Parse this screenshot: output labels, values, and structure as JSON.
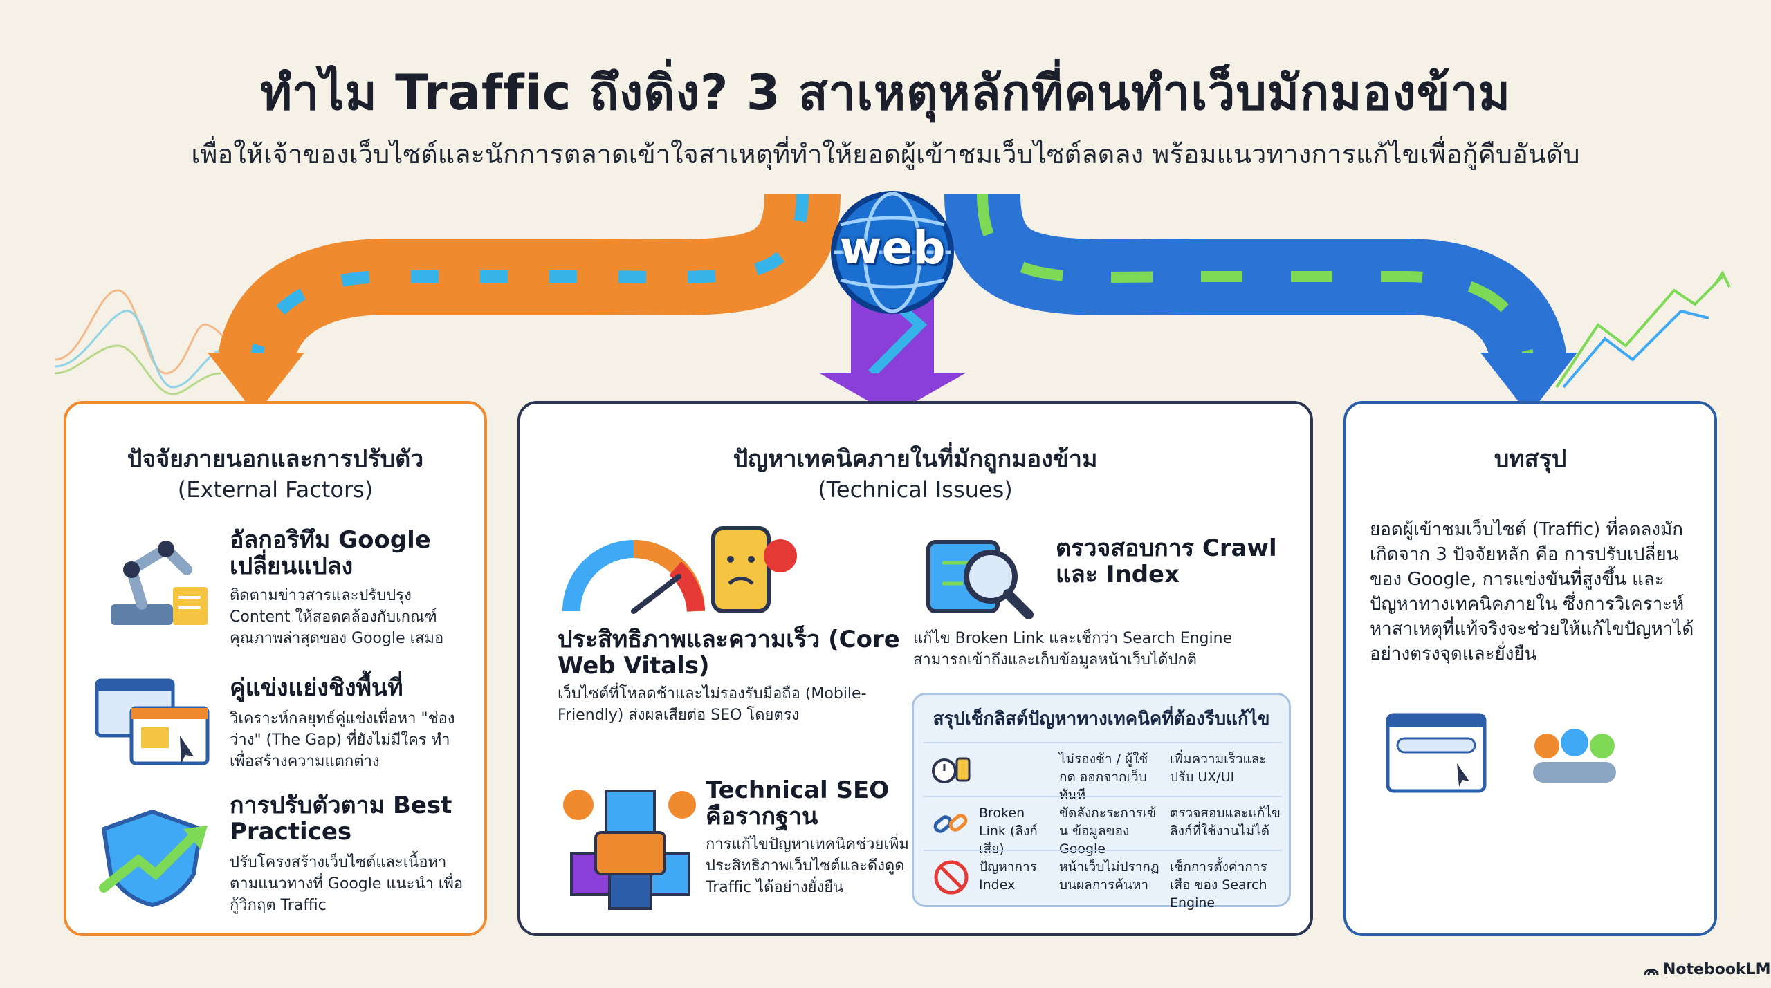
{
  "title": "ทำไม Traffic ถึงดิ่ง? 3 สาเหตุหลักที่คนทำเว็บมักมองข้าม",
  "subtitle": "เพื่อให้เจ้าของเว็บไซต์และนักการตลาดเข้าใจสาเหตุที่ทำให้ยอดผู้เข้าชมเว็บไซต์ลดลง พร้อมแนวทางการแก้ไขเพื่อกู้คืบอันดับ",
  "web_label": "web",
  "colors": {
    "orange": "#f08a2e",
    "navy": "#2b3450",
    "blue": "#2c5da8",
    "purple": "#8b3fd9",
    "green": "#7ed957"
  },
  "left_card": {
    "title": "ปัจจัยภายนอกและการปรับตัว",
    "title_en": "(External Factors)",
    "items": [
      {
        "head": "อัลกอริทึม Google เปลี่ยนแปลง",
        "body": "ติดตามข่าวสารและปรับปรุง Content ให้สอดคล้องกับเกณฑ์คุณภาพล่าสุดของ Google เสมอ",
        "icon": "robot-arm-icon"
      },
      {
        "head": "คู่แข่งแย่งชิงพื้นที่",
        "body": "วิเคราะห์กลยุทธ์คู่แข่งเพื่อหา \"ช่องว่าง\" (The Gap) ที่ยังไม่มีใคร ทำเพื่อสร้างความแตกต่าง",
        "icon": "browser-windows-icon"
      },
      {
        "head": "การปรับตัวตาม Best Practices",
        "body": "ปรับโครงสร้างเว็บไซต์และเนื้อหา ตามแนวทางที่ Google แนะนำ เพื่อกู้วิกฤต Traffic",
        "icon": "shield-growth-icon"
      }
    ]
  },
  "mid_card": {
    "title": "ปัญหาเทคนิคภายในที่มักถูกมองข้าม",
    "title_en": "(Technical Issues)",
    "items": [
      {
        "head": "ประสิทธิภาพและความเร็ว (Core Web Vitals)",
        "body": "เว็บไซต์ที่โหลดช้าและไม่รองรับมือถือ (Mobile-Friendly) ส่งผลเสียต่อ SEO โดยตรง",
        "icon": "speed-gauge-icon"
      },
      {
        "head": "ตรวจสอบการ Crawl และ Index",
        "body": "แก้ไข Broken Link และเช็กว่า Search Engine สามารถเข้าถึงและเก็บข้อมูลหน้าเว็บได้ปกติ",
        "icon": "magnifier-chip-icon"
      },
      {
        "head": "Technical SEO คือรากฐาน",
        "body": "การแก้ไขปัญหาเทคนิคช่วยเพิ่มประสิทธิภาพเว็บไซต์และดึงดูด Traffic ได้อย่างยั่งยืน",
        "icon": "seo-cubes-icon"
      }
    ],
    "checklist": {
      "title": "สรุปเช็กลิสต์ปัญหาทางเทคนิคที่ต้องรีบแก้ไข",
      "rows": [
        {
          "c1": "",
          "c2": "ไม่รองช้า / ผู้ใช้กด ออกจากเว็บทันที",
          "c3": "เพิ่มความเร็วและ ปรับ UX/UI",
          "icon": "clock-phone-icon"
        },
        {
          "c1": "Broken Link (ลิงก์เสีย)",
          "c2": "ขัดลังกะระการเข้น ข้อมูลของ Google",
          "c3": "ตรวจสอบและแก้ไข ลิงก์ที่ใช้งานไม่ได้",
          "icon": "broken-link-icon"
        },
        {
          "c1": "ปัญหาการ Index",
          "c2": "หน้าเว็บไม่ปรากฏ บนผลการค้นหา",
          "c3": "เช็กการตั้งค่าการเสือ ของ Search Engine",
          "icon": "no-index-icon"
        }
      ]
    }
  },
  "right_card": {
    "title": "บทสรุป",
    "text": "ยอดผู้เข้าชมเว็บไซต์ (Traffic) ที่ลดลงมักเกิดจาก 3 ปัจจัยหลัก คือ การปรับเปลี่ยนของ Google, การแข่งขันที่สูงขึ้น และปัญหาทางเทคนิคภายใน ซึ่งการวิเคราะห์หาสาเหตุที่แท้จริงจะช่วยให้แก้ไขปัญหาได้อย่างตรงจุดและยั่งยืน"
  },
  "brand": "NotebookLM"
}
